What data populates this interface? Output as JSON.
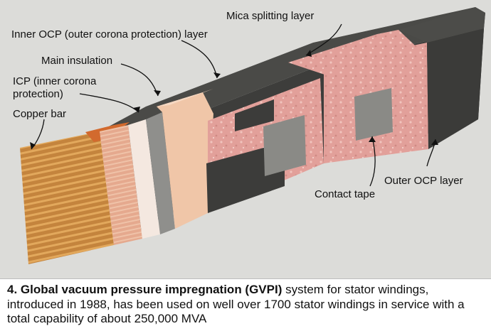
{
  "figure": {
    "top_cut_text": "… … … …",
    "labels": {
      "mica_splitting_layer": "Mica splitting layer",
      "inner_ocp": "Inner OCP (outer corona protection) layer",
      "main_insulation": "Main insulation",
      "icp_line1": "ICP (inner corona",
      "icp_line2": "protection)",
      "copper_bar": "Copper bar",
      "contact_tape": "Contact tape",
      "outer_ocp": "Outer OCP layer"
    }
  },
  "caption": {
    "bold": "4. Global vacuum pressure impregnation (GVPI)",
    "rest": " system for stator windings, introduced in 1988, has been used on well over 1700 stator windings in service with a total capability of about 250,000 MVA"
  },
  "colors": {
    "background": "#dcdcd9",
    "copper": "#c98a4a",
    "outer_ocp_dark": "#3a3a38",
    "mica_pink": "#e7a6a0",
    "contact_tape_gray": "#8a8a86",
    "main_insulation": "#f0c6a8"
  }
}
